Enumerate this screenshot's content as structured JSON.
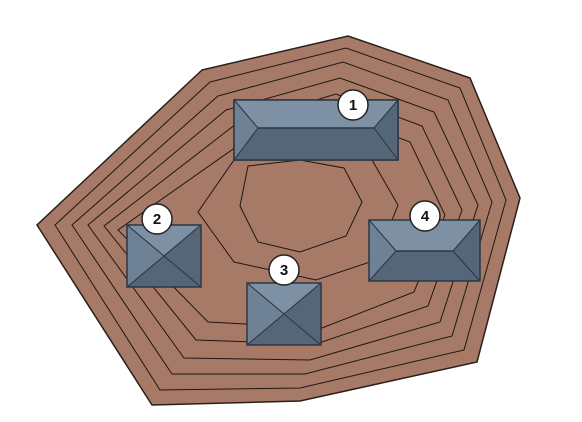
{
  "diagram": {
    "colors": {
      "background": "#ffffff",
      "terrain": "#a77a68",
      "contour": "#1f1712",
      "outline": "#2a1f1a",
      "roof_top": "#8b9eb1",
      "roof_side_a": "#6f8194",
      "roof_side_b": "#566679",
      "roof_side_c": "#7e90a3",
      "roof_edge": "#2c3745",
      "label_fill": "#ffffff",
      "label_stroke": "#222222"
    },
    "buildings": [
      {
        "label": "1",
        "roof_type": "hip"
      },
      {
        "label": "2",
        "roof_type": "pyramid"
      },
      {
        "label": "3",
        "roof_type": "pyramid"
      },
      {
        "label": "4",
        "roof_type": "hip"
      }
    ]
  }
}
